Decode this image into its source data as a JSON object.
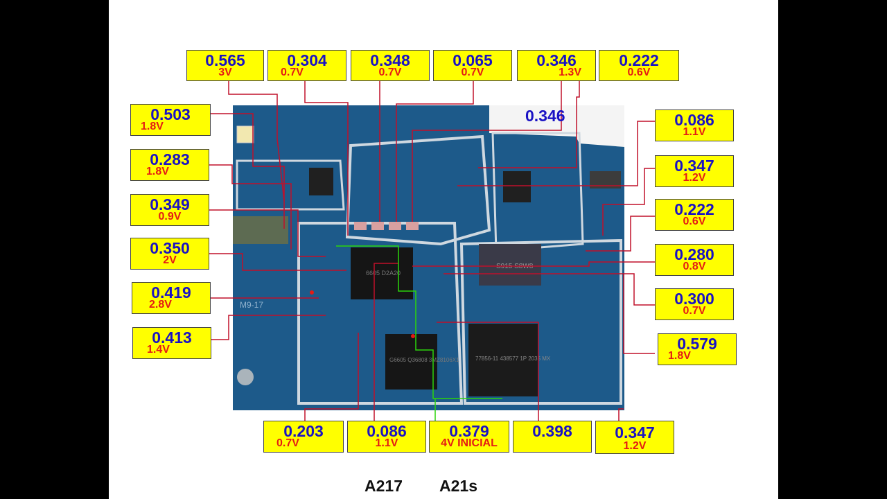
{
  "labels": [
    {
      "value": "0.565",
      "volt": "3V"
    },
    {
      "value": "0.304",
      "volt": "0.7V"
    },
    {
      "value": "0.348",
      "volt": "0.7V"
    },
    {
      "value": "0.065",
      "volt": "0.7V"
    },
    {
      "value": "0.346",
      "volt": "1.3V"
    },
    {
      "value": "0.222",
      "volt": "0.6V"
    },
    {
      "value": "0.503",
      "volt": "1.8V"
    },
    {
      "value": "0.283",
      "volt": "1.8V"
    },
    {
      "value": "0.349",
      "volt": "0.9V"
    },
    {
      "value": "0.350",
      "volt": "2V"
    },
    {
      "value": "0.419",
      "volt": "2.8V"
    },
    {
      "value": "0.413",
      "volt": "1.4V"
    },
    {
      "value": "0.086",
      "volt": "1.1V"
    },
    {
      "value": "0.347",
      "volt": "1.2V"
    },
    {
      "value": "0.222",
      "volt": "0.6V"
    },
    {
      "value": "0.280",
      "volt": "0.8V"
    },
    {
      "value": "0.300",
      "volt": "0.7V"
    },
    {
      "value": "0.579",
      "volt": "1.8V"
    },
    {
      "value": "0.203",
      "volt": "0.7V"
    },
    {
      "value": "0.086",
      "volt": "1.1V"
    },
    {
      "value": "0.379",
      "volt": "4V INICIAL"
    },
    {
      "value": "0.398",
      "volt": ""
    },
    {
      "value": "0.347",
      "volt": "1.2V"
    }
  ],
  "board_overlay_value": "0.346",
  "chip_markings": {
    "pmic": "77856-11 438577 1P 2035 MX",
    "cpu": "S915 S8W8",
    "memory": "6605 D2A20",
    "ram": "G6605 Q36808 3MZ8106X1",
    "board_text": "M9-17"
  },
  "models": {
    "a": "A217",
    "b": "A21s"
  },
  "colors": {
    "label_bg": "#ffff00",
    "value": "#1a12c4",
    "volt": "#e41b14",
    "board": "#1d5a8a",
    "wire": "#c0102a",
    "green_wire": "#2bd40b"
  }
}
